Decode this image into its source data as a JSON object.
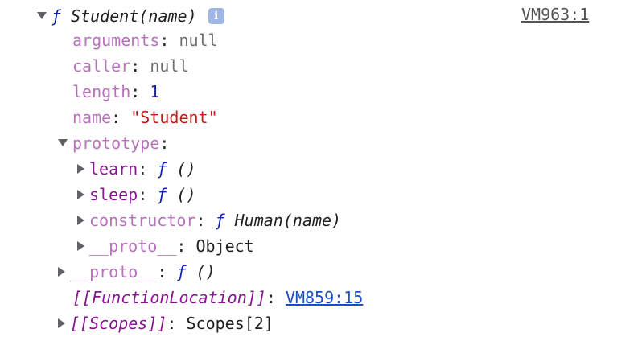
{
  "source_link": "VM963:1",
  "header": {
    "f_symbol": "ƒ",
    "signature": "Student(name)",
    "info_icon_glyph": "i"
  },
  "props": {
    "arguments": {
      "key": "arguments",
      "sep": ": ",
      "value": "null"
    },
    "caller": {
      "key": "caller",
      "sep": ": ",
      "value": "null"
    },
    "length": {
      "key": "length",
      "sep": ": ",
      "value": "1"
    },
    "name": {
      "key": "name",
      "sep": ": ",
      "value": "\"Student\""
    },
    "prototype": {
      "key": "prototype",
      "sep": ":"
    }
  },
  "prototype_children": {
    "learn": {
      "key": "learn",
      "sep": ": ",
      "f": "ƒ",
      "sig": " ()"
    },
    "sleep": {
      "key": "sleep",
      "sep": ": ",
      "f": "ƒ",
      "sig": " ()"
    },
    "constructor": {
      "key": "constructor",
      "sep": ": ",
      "f": "ƒ",
      "sig": " Human(name)"
    },
    "proto": {
      "key": "__proto__",
      "sep": ": ",
      "value": "Object"
    }
  },
  "proto": {
    "key": "__proto__",
    "sep": ": ",
    "f": "ƒ",
    "sig": " ()"
  },
  "function_location": {
    "key": "[[FunctionLocation]]",
    "sep": ": ",
    "link": "VM859:15"
  },
  "scopes": {
    "key": "[[Scopes]]",
    "sep": ": ",
    "value": "Scopes[2]"
  },
  "colors": {
    "property": "#b871bd",
    "property_dark": "#881391",
    "null": "#6f6f6f",
    "number": "#1a1aa6",
    "string": "#c41a16",
    "function_f": "#0d22aa",
    "link": "#1a4fbf",
    "info_icon_bg": "#9fb7e6"
  },
  "icons": {
    "expanded": "triangle-down-icon",
    "collapsed": "triangle-right-icon",
    "info": "info-icon"
  }
}
